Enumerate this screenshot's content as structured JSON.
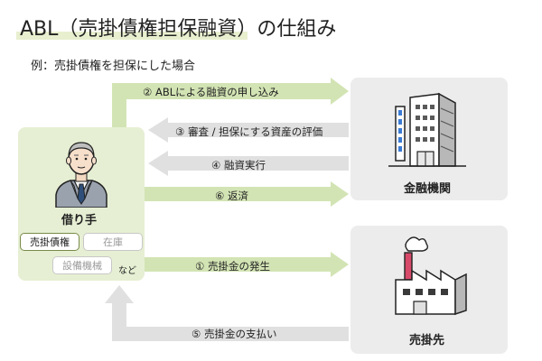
{
  "title": "ABL（売掛債権担保融資）の仕組み",
  "subtitle": "例：売掛債権を担保にした場合",
  "entities": {
    "borrower": "借り手",
    "bank": "金融機関",
    "customer": "売掛先"
  },
  "assets": {
    "selected": "売掛債権",
    "others": [
      "在庫",
      "設備機械"
    ],
    "etc": "など"
  },
  "flows": {
    "apply": "② ABLによる融資の申し込み",
    "review": "③ 審査 / 担保にする資産の評価",
    "loan": "④ 融資実行",
    "repay": "⑥ 返済",
    "receivable": "① 売掛金の発生",
    "payment": "⑤ 売掛金の支払い"
  },
  "colors": {
    "borrower_bg": "#e6efd3",
    "entity_bg": "#ececec",
    "arrow_green": "#d3e4b4",
    "arrow_gray": "#e0e0e0",
    "title_highlight": "#e8efcf"
  }
}
